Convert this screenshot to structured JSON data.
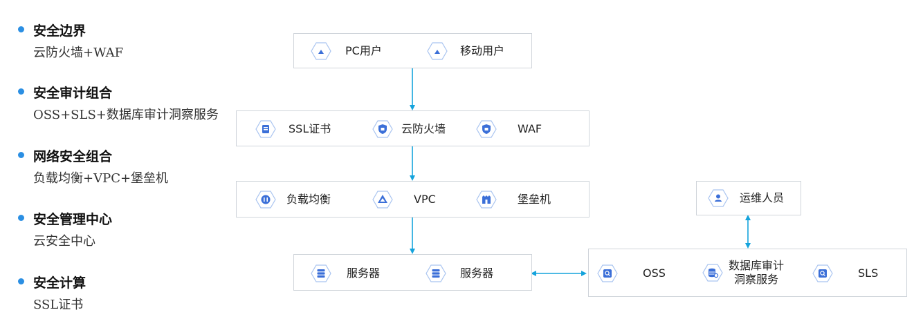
{
  "legend": [
    {
      "title": "安全边界",
      "desc": "云防火墙+WAF"
    },
    {
      "title": "安全审计组合",
      "desc": "OSS+SLS+数据库审计洞察服务"
    },
    {
      "title": "网络安全组合",
      "desc": "负载均衡+VPC+堡垒机"
    },
    {
      "title": "安全管理中心",
      "desc": "云安全中心"
    },
    {
      "title": "安全计算",
      "desc": "SSL证书"
    }
  ],
  "users_box": {
    "nodes": [
      {
        "label": "PC用户",
        "icon": "user-icon"
      },
      {
        "label": "移动用户",
        "icon": "user-icon"
      }
    ]
  },
  "security_box": {
    "nodes": [
      {
        "label": "SSL证书",
        "icon": "certificate-icon"
      },
      {
        "label": "云防火墙",
        "icon": "shield-icon"
      },
      {
        "label": "WAF",
        "icon": "shield-icon"
      }
    ]
  },
  "network_box": {
    "nodes": [
      {
        "label": "负载均衡",
        "icon": "load-balancer-icon"
      },
      {
        "label": "VPC",
        "icon": "vpc-icon"
      },
      {
        "label": "堡垒机",
        "icon": "bastion-icon"
      }
    ]
  },
  "ops_box": {
    "nodes": [
      {
        "label": "运维人员",
        "icon": "operator-icon"
      }
    ]
  },
  "server_box": {
    "nodes": [
      {
        "label": "服务器",
        "icon": "server-icon"
      },
      {
        "label": "服务器",
        "icon": "server-icon"
      }
    ]
  },
  "audit_box": {
    "nodes": [
      {
        "label": "OSS",
        "icon": "storage-icon"
      },
      {
        "label_line1": "数据库审计",
        "label_line2": "洞察服务",
        "icon": "database-audit-icon"
      },
      {
        "label": "SLS",
        "icon": "log-icon"
      }
    ]
  },
  "colors": {
    "accent": "#2b8fe3",
    "arrow": "#14a3dc",
    "icon_blue": "#3b6fd8",
    "hex_stroke": "#a9c4f0"
  }
}
